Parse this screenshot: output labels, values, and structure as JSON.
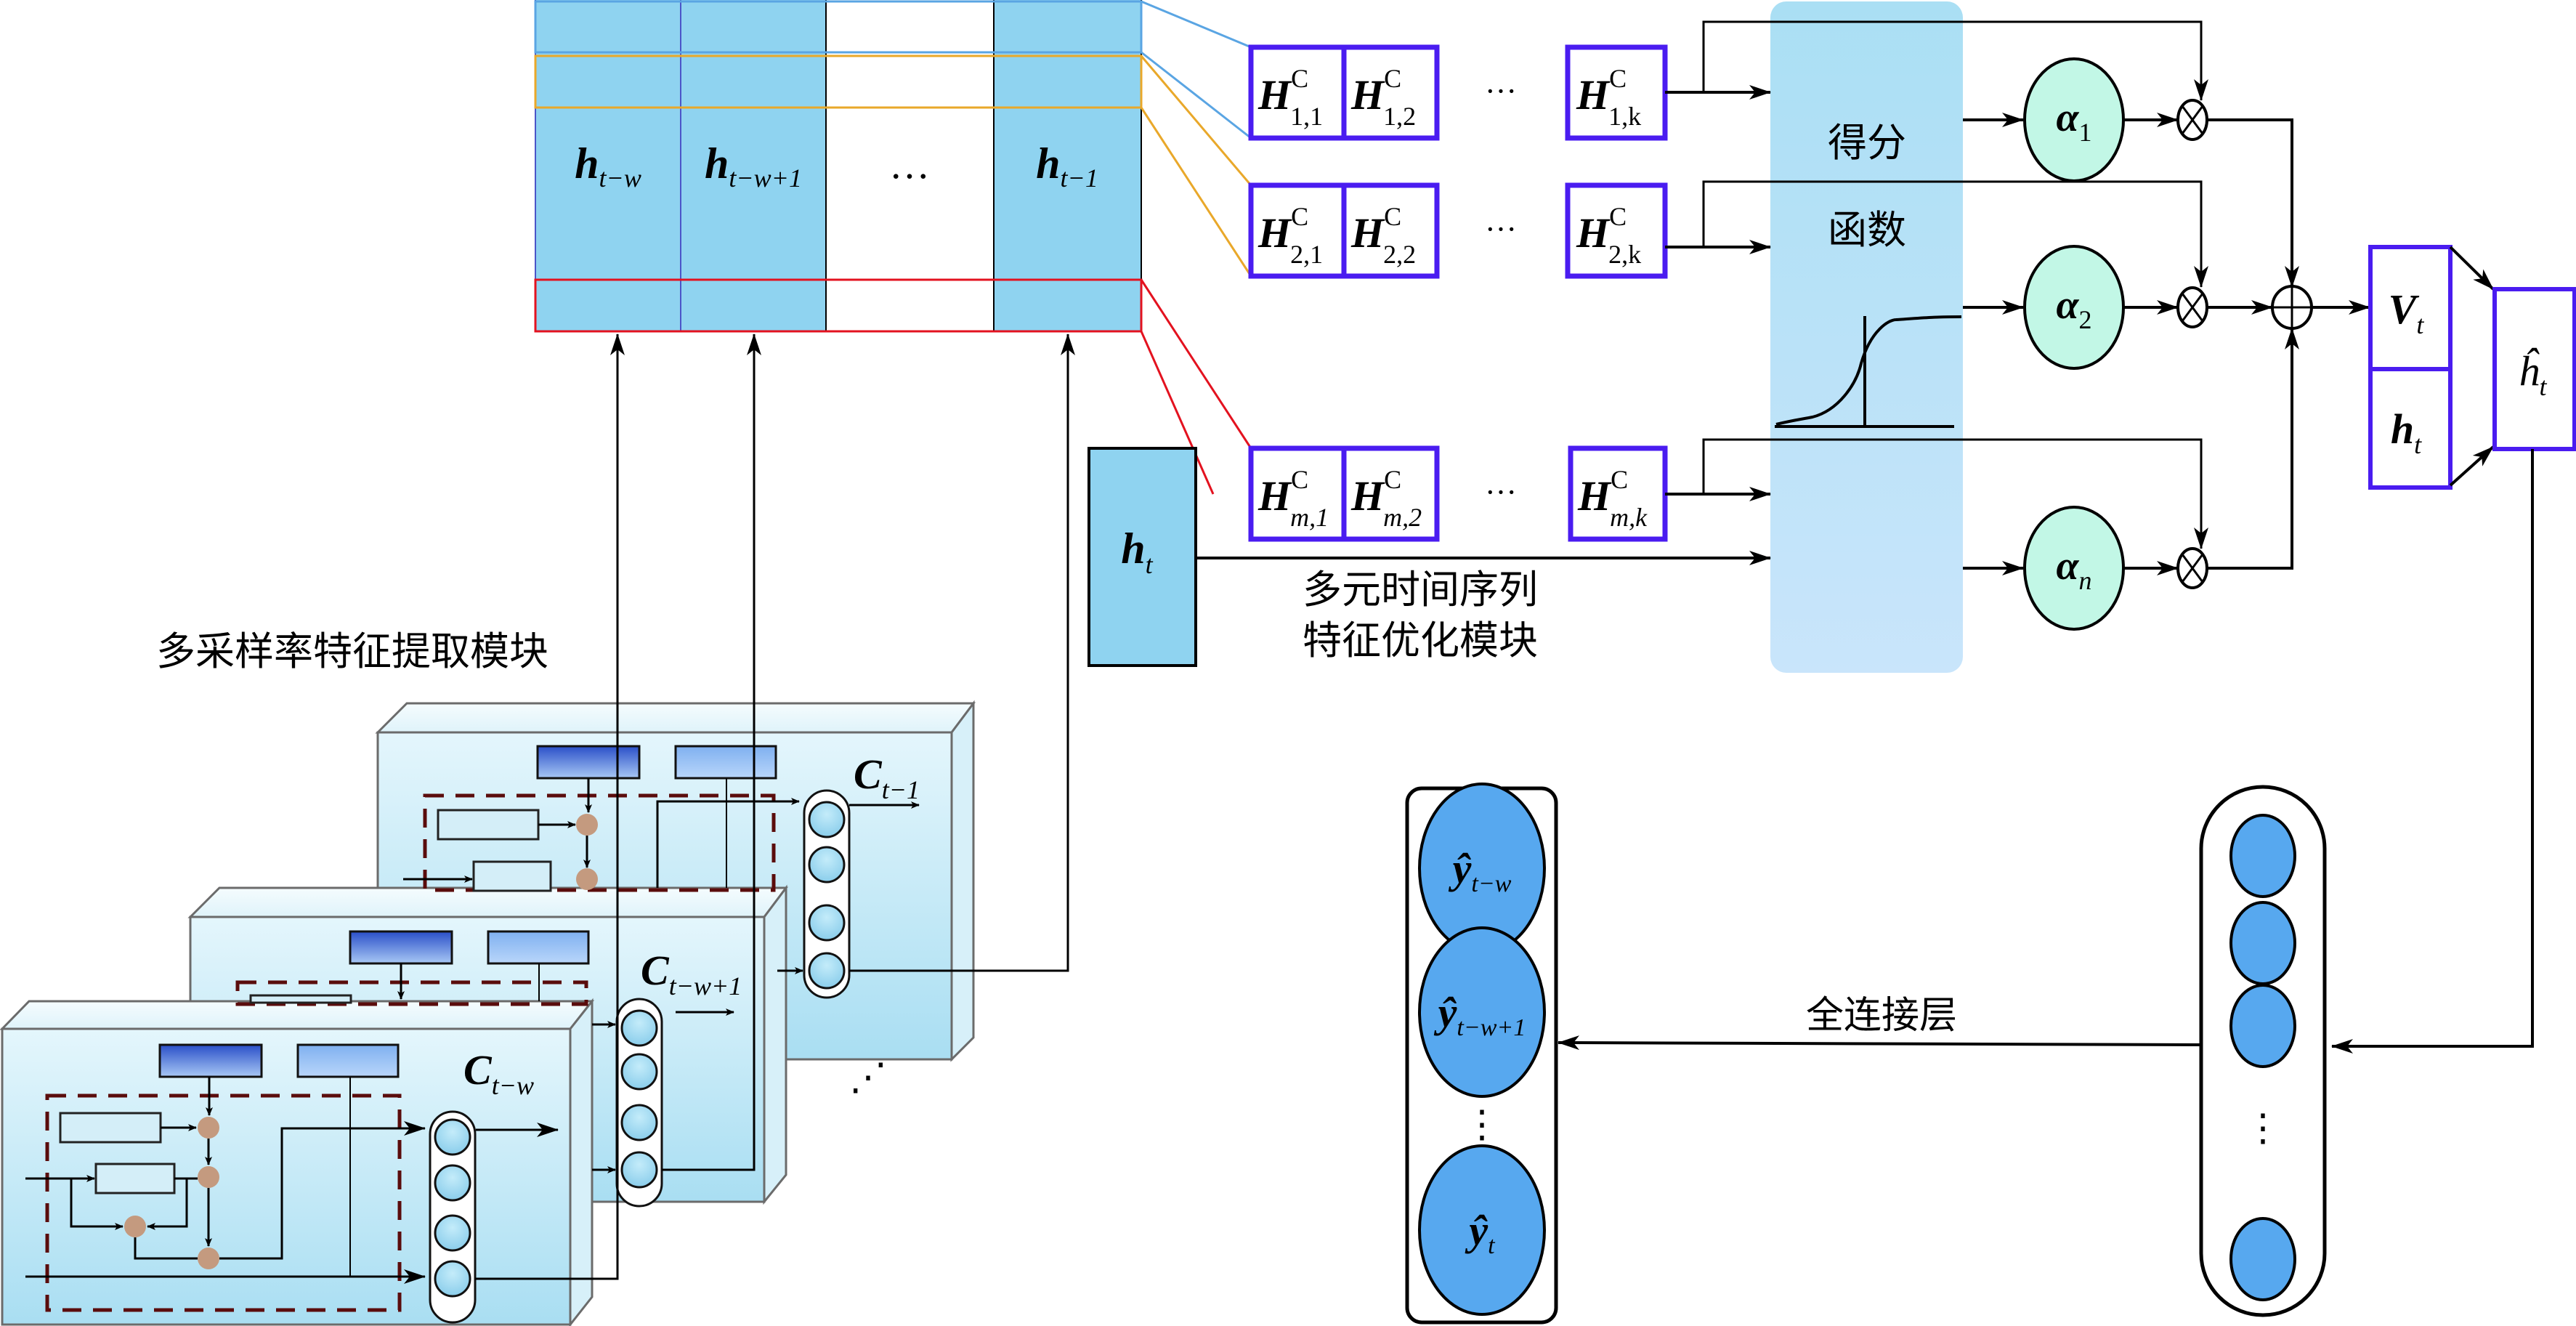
{
  "colors": {
    "cell_blue": "#8fd3f0",
    "row_blue": "#5aa5e3",
    "row_orange": "#e9a82a",
    "row_red": "#e3121f",
    "h_box_border": "#4a1cf0",
    "score_panel": "#b3e0f5",
    "alpha_fill": "#c2f7e6",
    "neuron_blue": "#57a8ef",
    "module_fill": "#cfeef8",
    "dashed_border": "#5a0c0c",
    "node_tan": "#c49a7f"
  },
  "hidden_matrix": {
    "cells": [
      {
        "base": "h",
        "sub": "t−w"
      },
      {
        "base": "h",
        "sub": "t−w+1"
      },
      {
        "base": "",
        "sub": "",
        "ellipsis": "…"
      },
      {
        "base": "h",
        "sub": "t−1"
      }
    ]
  },
  "conv_rows": [
    {
      "cells": [
        {
          "base": "H",
          "sup": "C",
          "sub": "1,1"
        },
        {
          "base": "H",
          "sup": "C",
          "sub": "1,2"
        },
        {
          "ellipsis": "···"
        },
        {
          "base": "H",
          "sup": "C",
          "sub": "1,k"
        }
      ]
    },
    {
      "cells": [
        {
          "base": "H",
          "sup": "C",
          "sub": "2,1"
        },
        {
          "base": "H",
          "sup": "C",
          "sub": "2,2"
        },
        {
          "ellipsis": "···"
        },
        {
          "base": "H",
          "sup": "C",
          "sub": "2,k"
        }
      ]
    },
    {
      "cells": [
        {
          "base": "H",
          "sup": "C",
          "sub": "m,1"
        },
        {
          "base": "H",
          "sup": "C",
          "sub": "m,2"
        },
        {
          "ellipsis": "···"
        },
        {
          "base": "H",
          "sup": "C",
          "sub": "m,k"
        }
      ]
    }
  ],
  "score_function": {
    "line1": "得分",
    "line2": "函数"
  },
  "alphas": [
    {
      "base": "α",
      "sub": "1"
    },
    {
      "base": "α",
      "sub": "2"
    },
    {
      "base": "α",
      "sub": "n"
    }
  ],
  "operators": {
    "multiply": "⊗",
    "add": "⊕"
  },
  "concat": {
    "v": {
      "base": "V",
      "sub": "t"
    },
    "h": {
      "base": "h",
      "sub": "t"
    },
    "hhat": {
      "base": "ĥ",
      "sub": "t"
    }
  },
  "current_hidden": {
    "base": "h",
    "sub": "t"
  },
  "labels": {
    "feature_opt_module_line1": "多元时间序列",
    "feature_opt_module_line2": "特征优化模块",
    "feature_extract_module": "多采样率特征提取模块",
    "fully_connected": "全连接层"
  },
  "modules": [
    {
      "base": "C",
      "sub": "t−w"
    },
    {
      "base": "C",
      "sub": "t−w+1"
    },
    {
      "base": "C",
      "sub": "t−1"
    }
  ],
  "module_ellipsis": "⋰",
  "outputs": [
    {
      "base": "ŷ",
      "sub": "t−w"
    },
    {
      "base": "ŷ",
      "sub": "t−w+1"
    },
    {
      "ellipsis": "⋮"
    },
    {
      "base": "ŷ",
      "sub": "t"
    }
  ],
  "dense_layer": {
    "neurons": 5,
    "ellipsis": "⋮"
  }
}
